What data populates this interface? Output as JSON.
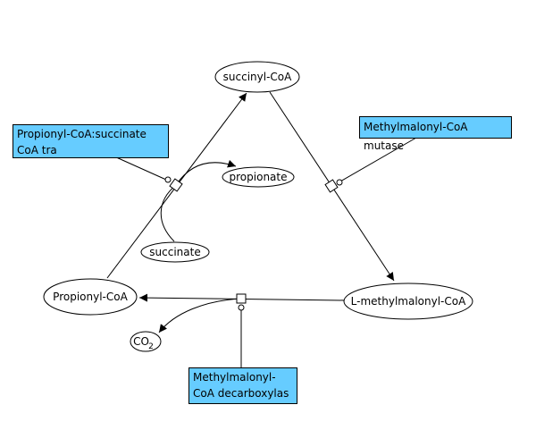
{
  "colors": {
    "enzyme_fill": "#66ccff",
    "line": "#000000",
    "background": "#ffffff"
  },
  "metabolites": {
    "succinyl_coa": "succinyl-CoA",
    "propionate": "propionate",
    "succinate": "succinate",
    "propionyl_coa": "Propionyl-CoA",
    "l_methylmalonyl_coa": "L-methylmalonyl-CoA",
    "co2_main": "CO",
    "co2_sub": "2"
  },
  "enzymes": {
    "transferase": "Propionyl-CoA:succinate\nCoA tra",
    "mutase": "Methylmalonyl-CoA mutase",
    "decarboxylase": "Methylmalonyl-\nCoA decarboxylas"
  }
}
